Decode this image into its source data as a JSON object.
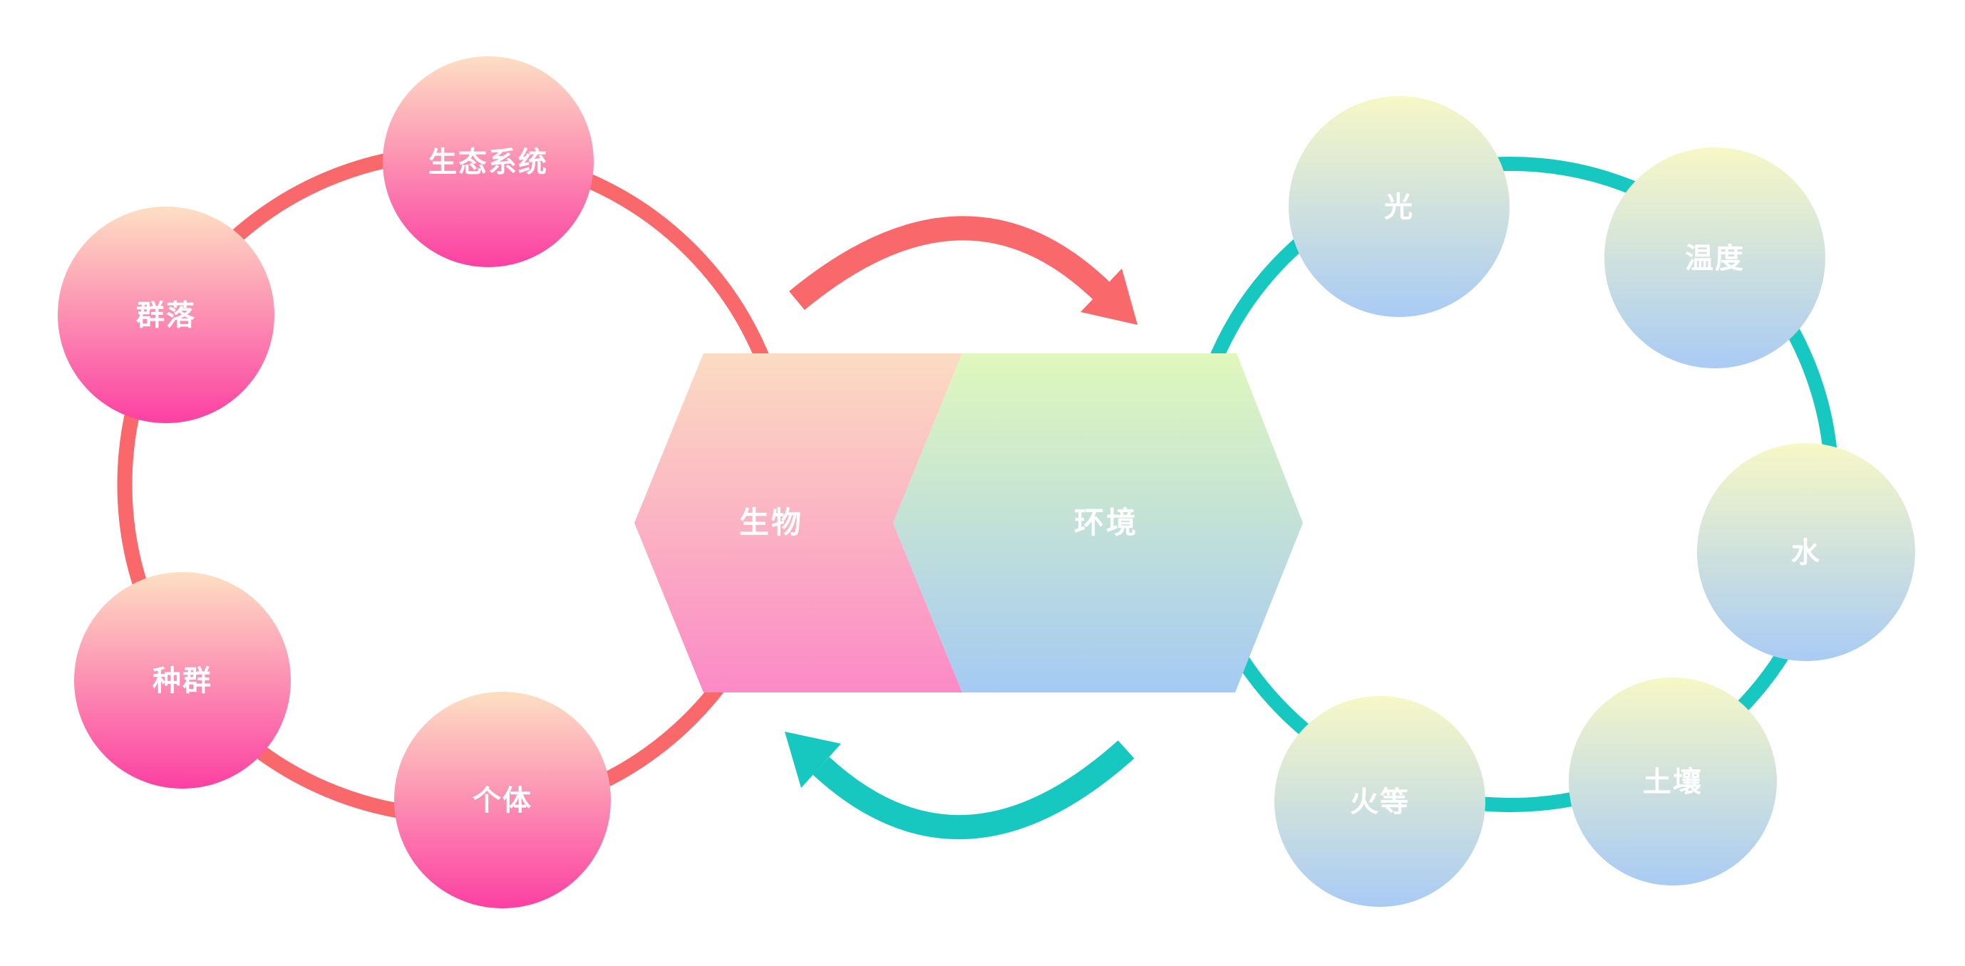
{
  "palette": {
    "background": "#FFFFFF",
    "left_ring": "#F9696B",
    "right_ring": "#17C8C0",
    "left_bubble_top": "#FDDFC3",
    "left_bubble_bottom": "#FC40A2",
    "left_hex_top": "#FBDCC2",
    "left_hex_bottom": "#FB8AC6",
    "right_hex_top": "#E0F8BC",
    "right_hex_bottom": "#A5CAF3",
    "right_bubble_top": "#F7F8C6",
    "right_bubble_bottom": "#A9CBF4",
    "label_text": "#FFFFFF"
  },
  "center": {
    "left_label": "生物",
    "right_label": "环境"
  },
  "left_cycle": {
    "nodes": [
      {
        "label": "生态系统"
      },
      {
        "label": "群落"
      },
      {
        "label": "种群"
      },
      {
        "label": "个体"
      }
    ]
  },
  "right_cycle": {
    "nodes": [
      {
        "label": "光"
      },
      {
        "label": "温度"
      },
      {
        "label": "水"
      },
      {
        "label": "土壤"
      },
      {
        "label": "火等"
      }
    ]
  },
  "icons": {
    "top_arrow": "curved-arrow-pointing-right",
    "bottom_arrow": "curved-arrow-pointing-left"
  }
}
